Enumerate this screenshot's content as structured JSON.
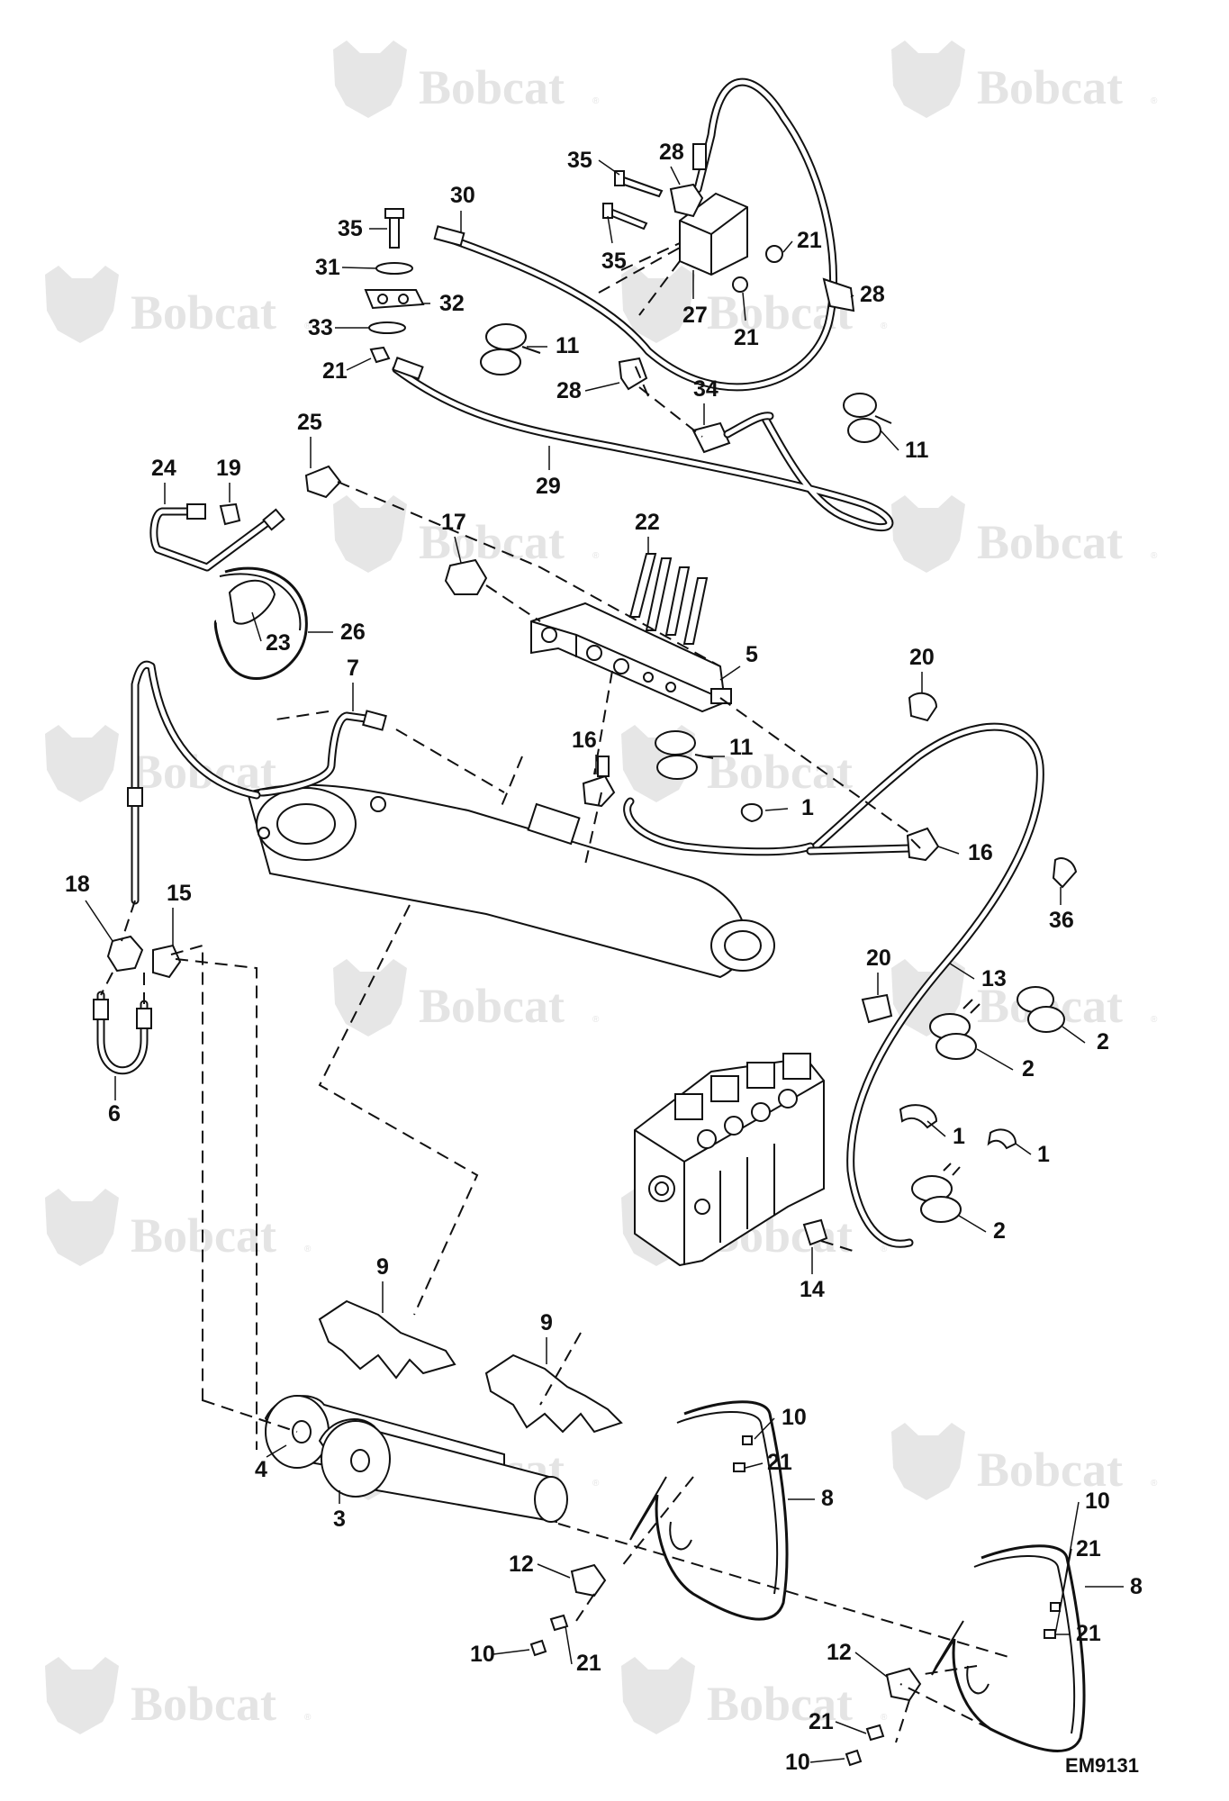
{
  "diagram": {
    "reference_code": "EM9131",
    "watermark": {
      "brand": "Bobcat",
      "mark": "®",
      "positions_note_hidden": ""
    },
    "callouts": [
      {
        "id": "c1a",
        "label": "1"
      },
      {
        "id": "c1b",
        "label": "1"
      },
      {
        "id": "c1c",
        "label": "1"
      },
      {
        "id": "c2a",
        "label": "2"
      },
      {
        "id": "c2b",
        "label": "2"
      },
      {
        "id": "c2c",
        "label": "2"
      },
      {
        "id": "c3",
        "label": "3"
      },
      {
        "id": "c4",
        "label": "4"
      },
      {
        "id": "c5",
        "label": "5"
      },
      {
        "id": "c6",
        "label": "6"
      },
      {
        "id": "c7",
        "label": "7"
      },
      {
        "id": "c8a",
        "label": "8"
      },
      {
        "id": "c8b",
        "label": "8"
      },
      {
        "id": "c9a",
        "label": "9"
      },
      {
        "id": "c9b",
        "label": "9"
      },
      {
        "id": "c10a",
        "label": "10"
      },
      {
        "id": "c10b",
        "label": "10"
      },
      {
        "id": "c10c",
        "label": "10"
      },
      {
        "id": "c10d",
        "label": "10"
      },
      {
        "id": "c11a",
        "label": "11"
      },
      {
        "id": "c11b",
        "label": "11"
      },
      {
        "id": "c11c",
        "label": "11"
      },
      {
        "id": "c12a",
        "label": "12"
      },
      {
        "id": "c12b",
        "label": "12"
      },
      {
        "id": "c13",
        "label": "13"
      },
      {
        "id": "c14",
        "label": "14"
      },
      {
        "id": "c15",
        "label": "15"
      },
      {
        "id": "c16a",
        "label": "16"
      },
      {
        "id": "c16b",
        "label": "16"
      },
      {
        "id": "c17",
        "label": "17"
      },
      {
        "id": "c18",
        "label": "18"
      },
      {
        "id": "c19",
        "label": "19"
      },
      {
        "id": "c20a",
        "label": "20"
      },
      {
        "id": "c20b",
        "label": "20"
      },
      {
        "id": "c21a",
        "label": "21"
      },
      {
        "id": "c21b",
        "label": "21"
      },
      {
        "id": "c21c",
        "label": "21"
      },
      {
        "id": "c21d",
        "label": "21"
      },
      {
        "id": "c21e",
        "label": "21"
      },
      {
        "id": "c21f",
        "label": "21"
      },
      {
        "id": "c21g",
        "label": "21"
      },
      {
        "id": "c21h",
        "label": "21"
      },
      {
        "id": "c22",
        "label": "22"
      },
      {
        "id": "c23",
        "label": "23"
      },
      {
        "id": "c24",
        "label": "24"
      },
      {
        "id": "c25",
        "label": "25"
      },
      {
        "id": "c26",
        "label": "26"
      },
      {
        "id": "c27",
        "label": "27"
      },
      {
        "id": "c28a",
        "label": "28"
      },
      {
        "id": "c28b",
        "label": "28"
      },
      {
        "id": "c28c",
        "label": "28"
      },
      {
        "id": "c29",
        "label": "29"
      },
      {
        "id": "c30",
        "label": "30"
      },
      {
        "id": "c31",
        "label": "31"
      },
      {
        "id": "c32",
        "label": "32"
      },
      {
        "id": "c33",
        "label": "33"
      },
      {
        "id": "c34",
        "label": "34"
      },
      {
        "id": "c35a",
        "label": "35"
      },
      {
        "id": "c35b",
        "label": "35"
      },
      {
        "id": "c35c",
        "label": "35"
      },
      {
        "id": "c36",
        "label": "36"
      }
    ]
  }
}
